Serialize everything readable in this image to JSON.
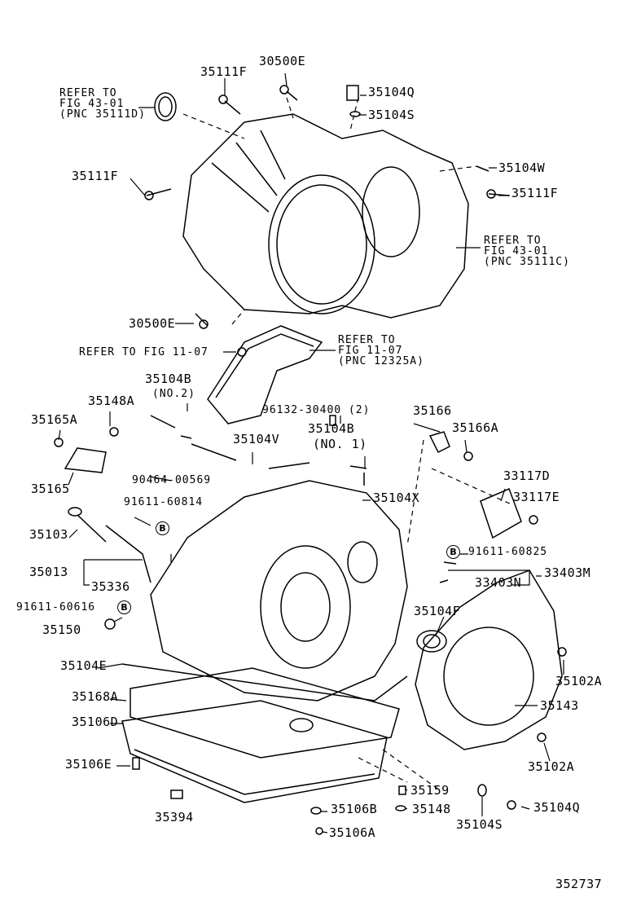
{
  "diagram_id": "352737",
  "labels": {
    "p35111F_top": "35111F",
    "p30500E_top": "30500E",
    "p35104Q_top": "35104Q",
    "p35104S_top": "35104S",
    "p35104W": "35104W",
    "p35111F_left": "35111F",
    "p35111F_right": "35111F",
    "p30500E_bottom": "30500E",
    "p35104B_no2": "35104B",
    "p35104B_no2_note": "(NO.2)",
    "p35148A": "35148A",
    "p35165A": "35165A",
    "p96132": "96132-30400 (2)",
    "p35166": "35166",
    "p35104B_no1": "35104B",
    "p35104B_no1_note": "(NO. 1)",
    "p35166A": "35166A",
    "p35104V": "35104V",
    "p90464": "90464-00569",
    "p35165": "35165",
    "p33117D": "33117D",
    "p91611_60814": "91611-60814",
    "p35104X": "35104X",
    "p33117E": "33117E",
    "p35103": "35103",
    "p91611_60825": "91611-60825",
    "p35013": "35013",
    "p33403M": "33403M",
    "p33403N": "33403N",
    "p35336": "35336",
    "p91611_60616": "91611-60616",
    "p35104F": "35104F",
    "p35150": "35150",
    "p35104E": "35104E",
    "p35102A_top": "35102A",
    "p35168A": "35168A",
    "p35143": "35143",
    "p35106D": "35106D",
    "p35106E": "35106E",
    "p35102A_bottom": "35102A",
    "p35159": "35159",
    "p35394": "35394",
    "p35106B": "35106B",
    "p35148": "35148",
    "p35104Q_bottom": "35104Q",
    "p35104S_bottom": "35104S",
    "p35106A": "35106A",
    "bolt_marker": "B"
  },
  "references": {
    "ref_43_01_d": [
      "REFER TO",
      "FIG 43-01",
      "(PNC 35111D)"
    ],
    "ref_43_01_c": [
      "REFER TO",
      "FIG 43-01",
      "(PNC 35111C)"
    ],
    "ref_11_07_inline": "REFER TO FIG 11-07",
    "ref_11_07_pnc": [
      "REFER TO",
      "FIG 11-07",
      "(PNC 12325A)"
    ]
  }
}
